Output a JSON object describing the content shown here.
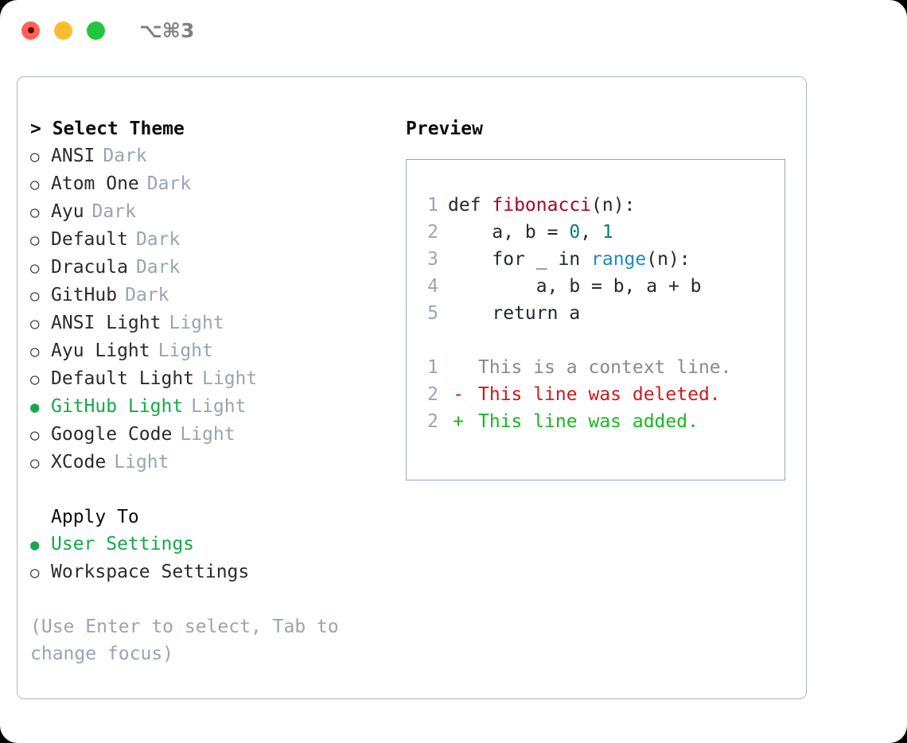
{
  "titlebar": {
    "shortcut": "⌥⌘3",
    "dots": [
      "close-red",
      "minimize-yellow",
      "maximize-green"
    ]
  },
  "theme_picker": {
    "heading": "> Select Theme",
    "marker_selected": "●",
    "marker_unselected": "○",
    "items": [
      {
        "label": "ANSI",
        "tag": "Dark",
        "selected": false
      },
      {
        "label": "Atom One",
        "tag": "Dark",
        "selected": false
      },
      {
        "label": "Ayu",
        "tag": "Dark",
        "selected": false
      },
      {
        "label": "Default",
        "tag": "Dark",
        "selected": false
      },
      {
        "label": "Dracula",
        "tag": "Dark",
        "selected": false
      },
      {
        "label": "GitHub",
        "tag": "Dark",
        "selected": false
      },
      {
        "label": "ANSI Light",
        "tag": "Light",
        "selected": false
      },
      {
        "label": "Ayu Light",
        "tag": "Light",
        "selected": false
      },
      {
        "label": "Default Light",
        "tag": "Light",
        "selected": false
      },
      {
        "label": "GitHub Light",
        "tag": "Light",
        "selected": true
      },
      {
        "label": "Google Code",
        "tag": "Light",
        "selected": false
      },
      {
        "label": "XCode",
        "tag": "Light",
        "selected": false
      }
    ]
  },
  "apply_to": {
    "title": "Apply To",
    "items": [
      {
        "label": "User Settings",
        "selected": true
      },
      {
        "label": "Workspace Settings",
        "selected": false
      }
    ]
  },
  "hint": "(Use Enter to select, Tab to change focus)",
  "preview": {
    "title": "Preview",
    "code_lines": [
      {
        "no": "1",
        "segments": [
          {
            "text": "def ",
            "style": "plain"
          },
          {
            "text": "fibonacci",
            "style": "fn"
          },
          {
            "text": "(n):",
            "style": "plain"
          }
        ]
      },
      {
        "no": "2",
        "segments": [
          {
            "text": "    a, b = ",
            "style": "plain"
          },
          {
            "text": "0",
            "style": "num"
          },
          {
            "text": ", ",
            "style": "plain"
          },
          {
            "text": "1",
            "style": "num"
          }
        ]
      },
      {
        "no": "3",
        "segments": [
          {
            "text": "    for _ in ",
            "style": "plain"
          },
          {
            "text": "range",
            "style": "call"
          },
          {
            "text": "(n):",
            "style": "plain"
          }
        ]
      },
      {
        "no": "4",
        "segments": [
          {
            "text": "        a, b = b, a + b",
            "style": "plain"
          }
        ]
      },
      {
        "no": "5",
        "segments": [
          {
            "text": "    return a",
            "style": "plain"
          }
        ]
      }
    ],
    "diff_lines": [
      {
        "no": "1",
        "mark": " ",
        "text": "This is a context line.",
        "kind": "context"
      },
      {
        "no": "2",
        "mark": "-",
        "text": "This line was deleted.",
        "kind": "deleted"
      },
      {
        "no": "2",
        "mark": "+",
        "text": "This line was added.",
        "kind": "added"
      }
    ]
  },
  "colors": {
    "accent_green": "#16a94a",
    "muted": "#9aa4b2",
    "diff_added": "#16b81f",
    "diff_deleted": "#d01919",
    "diff_context": "#8a8a8a",
    "token_function": "#a6062a",
    "token_number": "#0b7c78",
    "token_call": "#1a8bbd"
  }
}
